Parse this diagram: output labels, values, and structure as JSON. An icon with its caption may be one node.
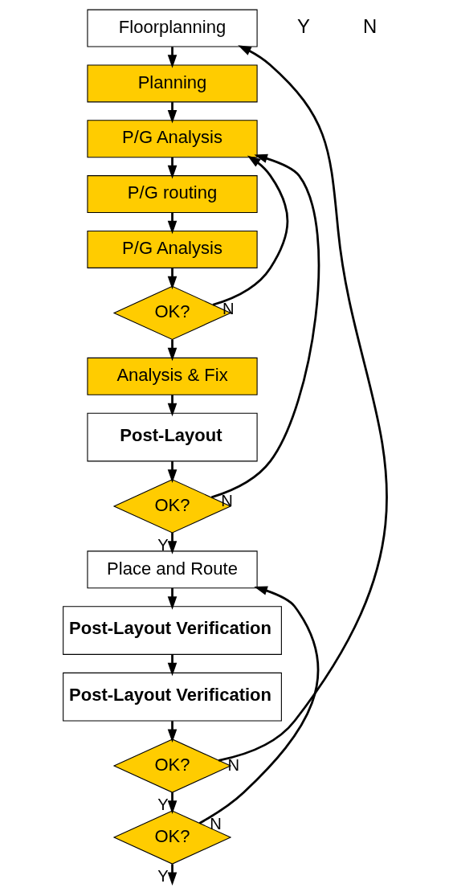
{
  "diagram": {
    "nodes": [
      {
        "text": [
          "Floorplanning"
        ]
      },
      {
        "text": [
          "Planning"
        ]
      },
      {
        "text": [
          "P/G Analysis"
        ]
      },
      {
        "text": [
          "P/G routing"
        ]
      },
      {
        "text": [
          "P/G Analysis"
        ]
      },
      {
        "text": [
          "OK?"
        ]
      },
      {
        "text": [
          "Analysis & Fix"
        ]
      },
      {
        "text": [
          "Post-Layout"
        ]
      },
      {
        "text": [
          "OK?"
        ]
      },
      {
        "text": [
          "Place and Route"
        ]
      },
      {
        "text": [
          "Post-Layout Verification"
        ]
      },
      {
        "text": [
          "Post-Layout Verification"
        ]
      },
      {
        "text": [
          "OK?"
        ]
      },
      {
        "text": [
          "OK?"
        ]
      }
    ],
    "edges": [
      {
        "from": 0,
        "to": 1,
        "arrow": "to"
      },
      {
        "from": 1,
        "to": 2,
        "arrow": "to"
      },
      {
        "from": 2,
        "to": 3,
        "arrow": "to"
      },
      {
        "from": 3,
        "to": 4,
        "arrow": "to"
      },
      {
        "from": 4,
        "to": 5,
        "arrow": "to"
      },
      {
        "from": 5,
        "to": 2,
        "arrow": "to",
        "label": "N"
      },
      {
        "from": 5,
        "to": 6,
        "arrow": "to"
      },
      {
        "from": 6,
        "to": 7,
        "arrow": "to"
      },
      {
        "from": 7,
        "to": 8,
        "arrow": "to"
      },
      {
        "from": 8,
        "to": 2,
        "arrow": "to",
        "label": "N"
      },
      {
        "from": 8,
        "to": 9,
        "arrow": "to",
        "label": "Y"
      },
      {
        "from": 9,
        "to": 10,
        "arrow": "to"
      },
      {
        "from": 10,
        "to": 11,
        "arrow": "to"
      },
      {
        "from": 11,
        "to": 12,
        "arrow": "to"
      },
      {
        "from": 12,
        "to": 0,
        "arrow": "to",
        "label": "N"
      },
      {
        "from": 12,
        "to": 13,
        "arrow": "to",
        "label": "Y"
      },
      {
        "from": 13,
        "to": 9,
        "arrow": "to",
        "label": "N"
      },
      {
        "from": 13,
        "to": null,
        "arrow": "to",
        "label": "Y"
      }
    ],
    "labels": [
      "Y",
      "N"
    ]
  }
}
